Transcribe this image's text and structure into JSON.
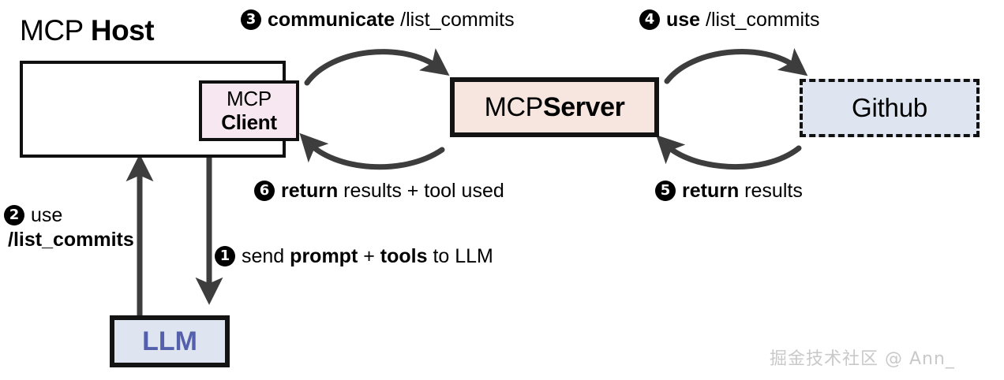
{
  "diagram": {
    "title": "MCP architecture request flow",
    "colors": {
      "client_fill": "#f7e7f0",
      "server_fill": "#f7e5e0",
      "github_fill": "#dee4f0",
      "llm_fill": "#dfe4f1",
      "llm_text": "#5560ad",
      "stroke": "#141414",
      "arrow": "#3d3d3d",
      "watermark": "#c9c9c9"
    },
    "nodes": {
      "host": {
        "title_regular": "MCP ",
        "title_bold": "Host"
      },
      "client": {
        "line1": "MCP",
        "line2": "Client"
      },
      "server": {
        "label_regular": "MCP ",
        "label_bold": "Server"
      },
      "github": {
        "label": "Github"
      },
      "llm": {
        "label": "LLM"
      }
    },
    "steps": [
      {
        "number": "1",
        "pre": "send ",
        "bold1": "prompt",
        "mid": " + ",
        "bold2": "tools",
        "post": " to LLM"
      },
      {
        "number": "2",
        "line1": "use",
        "line2": "/list_commits"
      },
      {
        "number": "3",
        "bold": "communicate",
        "rest": " /list_commits"
      },
      {
        "number": "4",
        "bold": "use",
        "rest": " /list_commits"
      },
      {
        "number": "5",
        "bold": "return",
        "rest": " results"
      },
      {
        "number": "6",
        "bold": "return",
        "rest": " results + tool used"
      }
    ],
    "watermark": "掘金技术社区 @ Ann_"
  }
}
